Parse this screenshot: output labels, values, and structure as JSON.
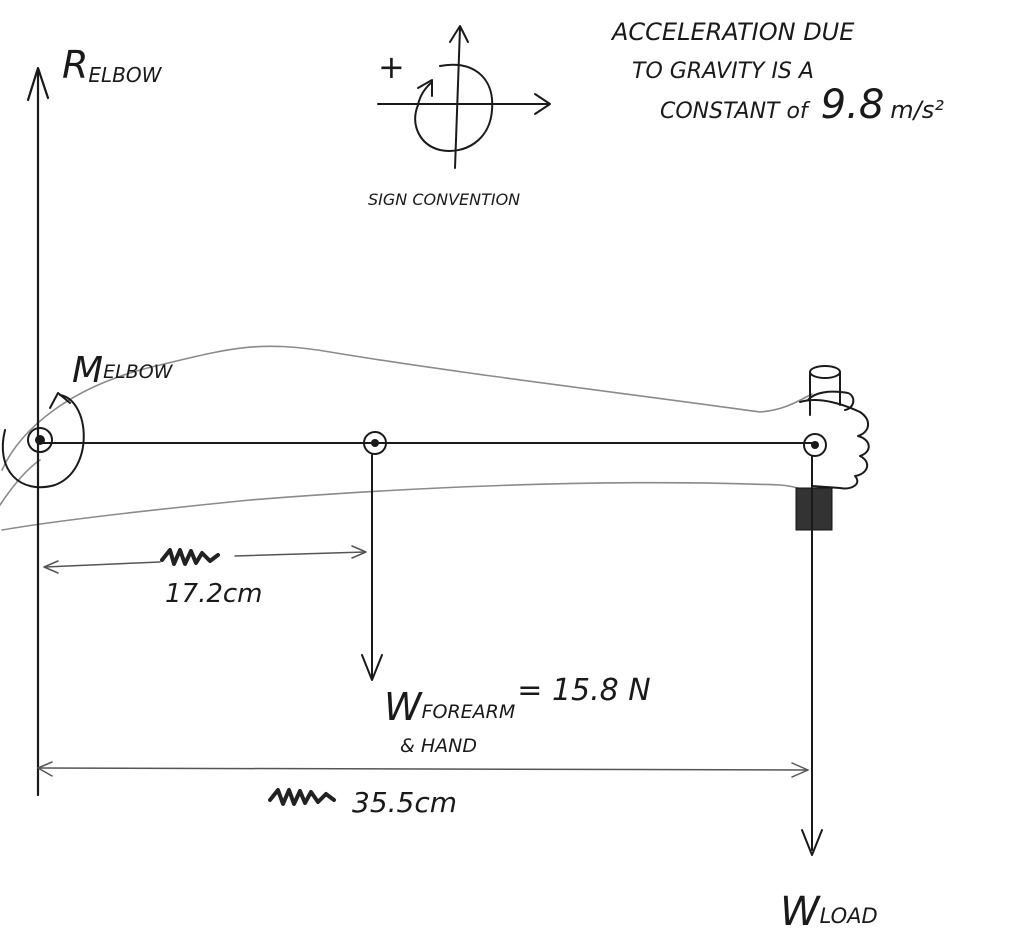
{
  "forces": {
    "r_elbow": {
      "main": "R",
      "sub": "ELBOW"
    },
    "m_elbow": {
      "main": "M",
      "sub": "ELBOW"
    },
    "w_forearm": {
      "main": "W",
      "sub": "FOREARM",
      "sub2": "& HAND",
      "value": "= 15.8 N"
    },
    "w_load": {
      "main": "W",
      "sub": "LOAD"
    }
  },
  "dimensions": {
    "short": "17.2cm",
    "long": "35.5cm"
  },
  "sign_convention": {
    "plus": "+",
    "label": "SIGN CONVENTION"
  },
  "note": {
    "line1": "ACCELERATION DUE",
    "line2": "TO GRAVITY IS A",
    "line3_prefix": "CONSTANT of",
    "line3_value": "9.8",
    "line3_unit": "m/s²"
  },
  "colors": {
    "ink": "#1a1a1a",
    "pencil": "#555555",
    "faint": "#9a9a9a"
  }
}
